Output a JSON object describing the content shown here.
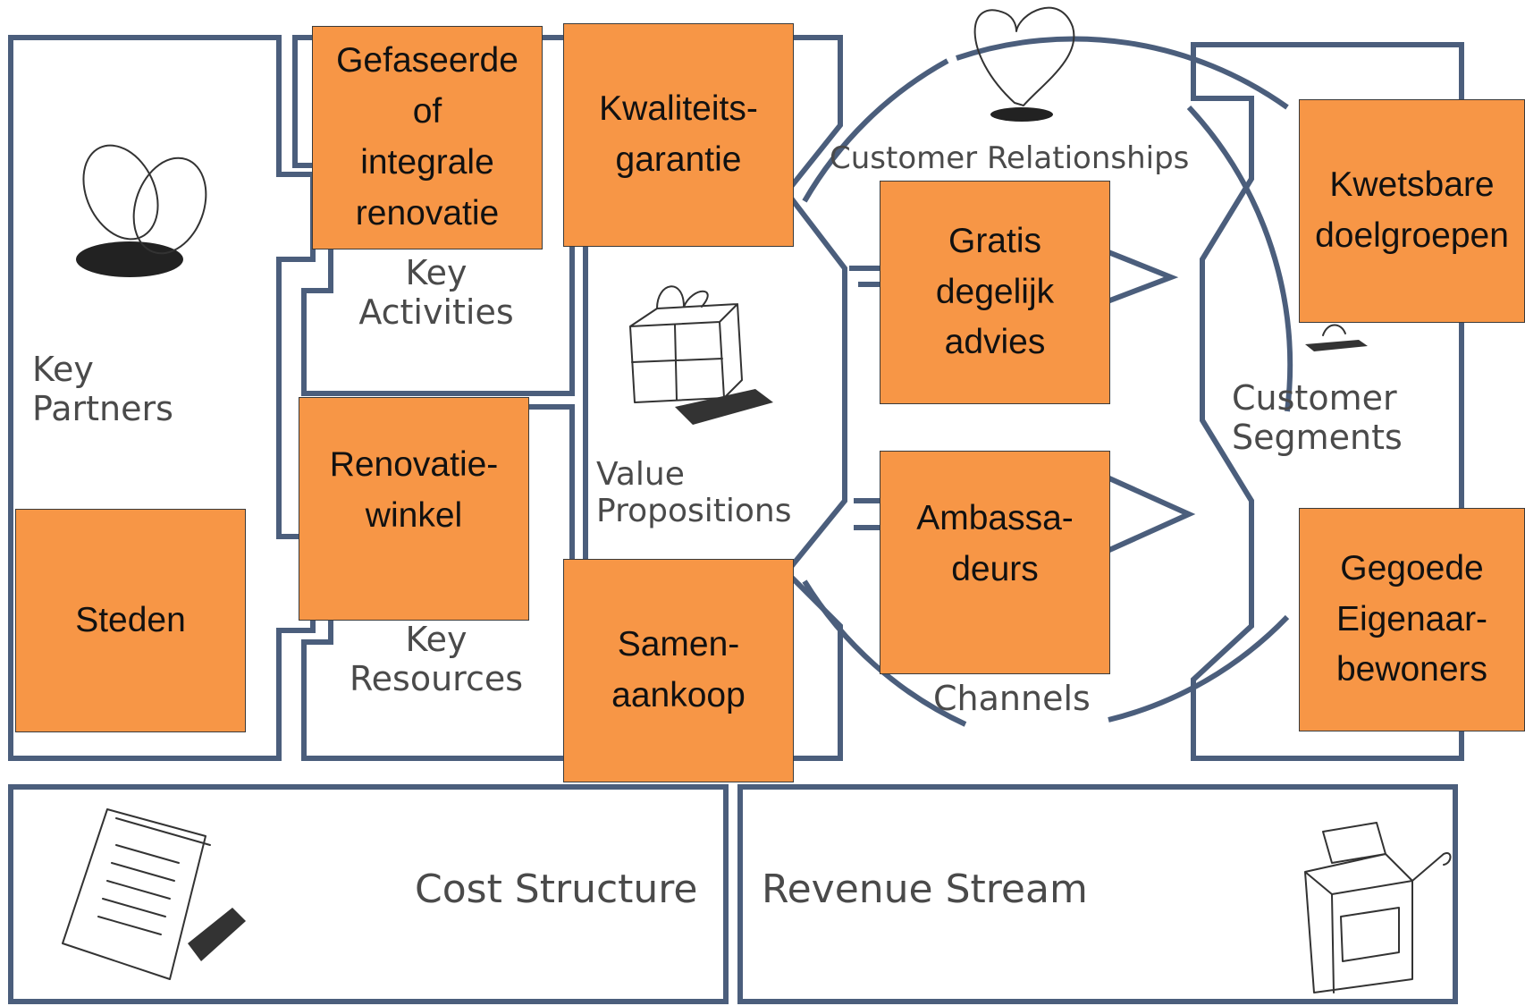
{
  "canvas": {
    "blocks": {
      "key_partners": "Key\nPartners",
      "key_activities": "Key\nActivities",
      "key_resources": "Key\nResources",
      "value_propositions": "Value\nPropositions",
      "customer_relationships": "Customer Relationships",
      "channels": "Channels",
      "customer_segments": "Customer\nSegments",
      "cost_structure": "Cost Structure",
      "revenue_stream": "Revenue Stream"
    }
  },
  "notes": {
    "steden": "Steden",
    "gefaseerde": "Gefaseerde\nof\nintegrale\nrenovatie",
    "kwaliteitsgarantie": "Kwaliteits-\ngarantie",
    "renovatiewinkel": "Renovatie-\nwinkel",
    "samenaankoop": "Samen-\naankoop",
    "gratis_advies": "Gratis\ndegelijk\nadvies",
    "ambassadeurs": "Ambassa-\ndeurs",
    "kwetsbare": "Kwetsbare\ndoelgroepen",
    "gegoede": "Gegoede\nEigenaar-\nbewoners"
  },
  "colors": {
    "sticky_note": "#f79646",
    "frame_stroke": "#4b5e7c"
  },
  "icons": [
    "rings-icon",
    "gift-icon",
    "heart-icon",
    "documents-icon",
    "cash-register-icon",
    "customers-icon"
  ]
}
